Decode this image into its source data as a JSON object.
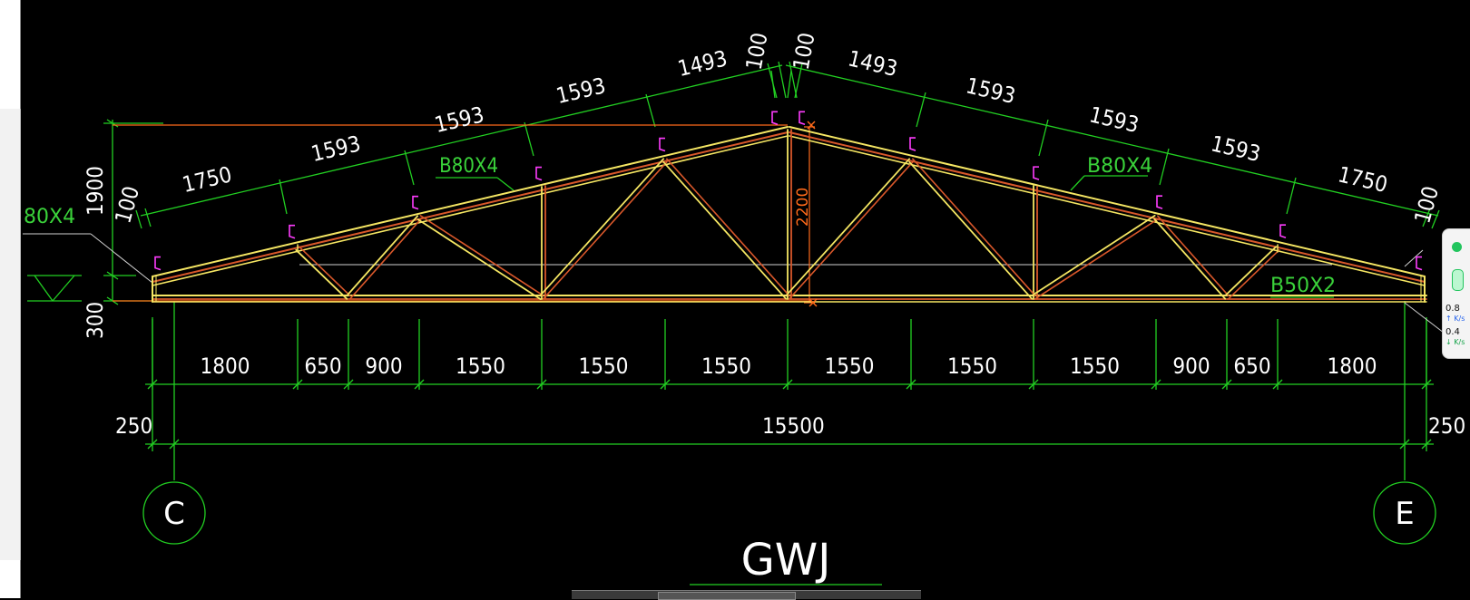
{
  "drawing": {
    "title": "GWJ",
    "axes": {
      "left": "C",
      "right": "E"
    },
    "labels": {
      "top_chord_left": "B80X4",
      "top_chord_right": "B80X4",
      "top_chord_edge": "80X4",
      "bottom_chord": "B50X2"
    },
    "slope_dims_left": [
      "100",
      "1750",
      "1593",
      "1593",
      "1593",
      "1493",
      "100"
    ],
    "slope_dims_right": [
      "100",
      "1493",
      "1593",
      "1593",
      "1593",
      "1750",
      "100"
    ],
    "height_dims": {
      "rise": "1900",
      "base": "300",
      "center": "2200"
    },
    "bottom_dims": [
      "1800",
      "650",
      "900",
      "1550",
      "1550",
      "1550",
      "1550",
      "1550",
      "1550",
      "900",
      "650",
      "1800"
    ],
    "total_dims": {
      "left_overhang": "250",
      "span": "15500",
      "right_overhang": "250"
    }
  },
  "colors": {
    "background": "#000000",
    "dimension": "#22d022",
    "member": "#f5e663",
    "member_inner": "#d8572a",
    "marker": "#ff3cff",
    "guide": "#ff6a1a",
    "text": "#ffffff"
  },
  "network_widget": {
    "upload_value": "0.8",
    "upload_unit": "K/s",
    "download_value": "0.4",
    "download_unit": "K/s"
  }
}
